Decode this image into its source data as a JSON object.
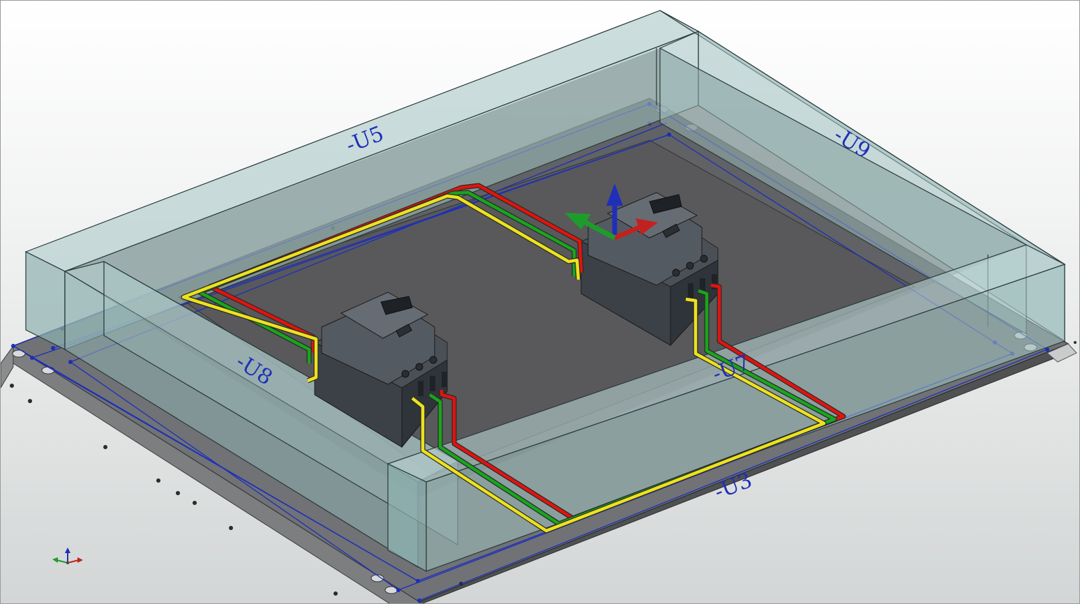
{
  "viewport": {
    "zones": [
      {
        "id": "U5",
        "label": "-U5"
      },
      {
        "id": "U9",
        "label": "-U9"
      },
      {
        "id": "U8",
        "label": "-U8"
      },
      {
        "id": "U3",
        "label": "-U3"
      },
      {
        "id": "U7",
        "label": "-U7"
      }
    ],
    "wires": [
      {
        "name": "wire-red",
        "color": "#e0140e"
      },
      {
        "name": "wire-green",
        "color": "#19a51c"
      },
      {
        "name": "wire-yellow",
        "color": "#ece21e"
      }
    ],
    "gizmo_colors": {
      "x": "#c2221f",
      "y": "#1e9c2a",
      "z": "#1f2fb8"
    },
    "icons": [
      "move-gizmo-icon",
      "axis-triad-icon",
      "circuit-breaker-icon"
    ],
    "colors": {
      "enclosure_glass": "#9fbfbe",
      "mounting_plate": "#6b6d6f",
      "floor": "#595a5c",
      "breaker_body": "#3a4048",
      "annotation_blue": "#1d2fb8"
    }
  }
}
